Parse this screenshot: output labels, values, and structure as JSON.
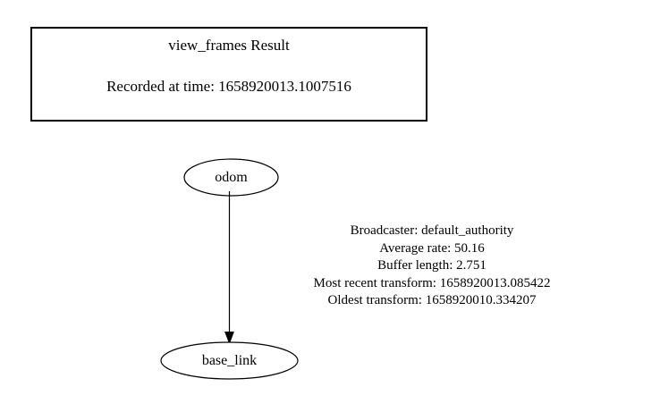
{
  "page": {
    "background_color": "#ffffff",
    "foreground_color": "#000000"
  },
  "result_box": {
    "title": "view_frames Result",
    "recorded_line": "Recorded at time: 1658920013.1007516",
    "border_color": "#000000"
  },
  "graph": {
    "nodes": [
      {
        "id": "odom",
        "label": "odom"
      },
      {
        "id": "base_link",
        "label": "base_link"
      }
    ],
    "edges": [
      {
        "from": "odom",
        "to": "base_link",
        "arrow": "arrowhead-icon",
        "label_lines": [
          "Broadcaster: default_authority",
          "Average rate: 50.16",
          "Buffer length: 2.751",
          "Most recent transform: 1658920013.085422",
          "Oldest transform: 1658920010.334207"
        ],
        "label": {
          "broadcaster": "Broadcaster: default_authority",
          "average_rate": "Average rate: 50.16",
          "buffer_length": "Buffer length: 2.751",
          "most_recent_transform": "Most recent transform: 1658920013.085422",
          "oldest_transform": "Oldest transform: 1658920010.334207"
        }
      }
    ]
  }
}
